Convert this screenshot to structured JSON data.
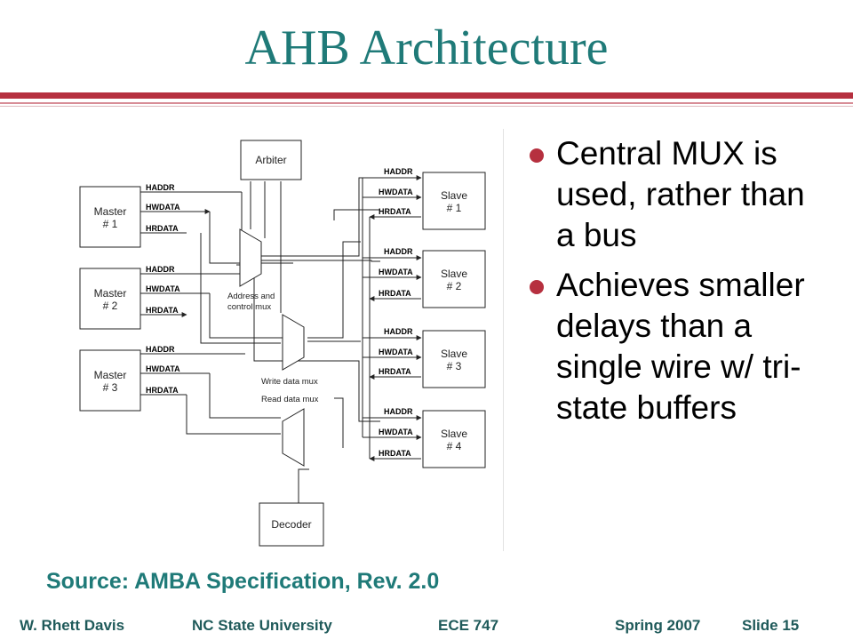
{
  "slide": {
    "title": "AHB Architecture",
    "bullets": [
      "Central MUX is used, rather than a bus",
      "Achieves smaller delays than a single wire w/ tri-state buffers"
    ],
    "source": "Source: AMBA Specification, Rev. 2.0",
    "footer": {
      "author": "W. Rhett Davis",
      "university": "NC State University",
      "course": "ECE 747",
      "term": "Spring 2007",
      "slide_number": "Slide 15"
    }
  },
  "diagram": {
    "arbiter": "Arbiter",
    "decoder": "Decoder",
    "masters": [
      {
        "line1": "Master",
        "line2": "# 1"
      },
      {
        "line1": "Master",
        "line2": "# 2"
      },
      {
        "line1": "Master",
        "line2": "# 3"
      }
    ],
    "slaves": [
      {
        "line1": "Slave",
        "line2": "# 1"
      },
      {
        "line1": "Slave",
        "line2": "# 2"
      },
      {
        "line1": "Slave",
        "line2": "# 3"
      },
      {
        "line1": "Slave",
        "line2": "# 4"
      }
    ],
    "signals": {
      "haddr": "HADDR",
      "hwdata": "HWDATA",
      "hrdata": "HRDATA"
    },
    "mux_labels": {
      "address_line1": "Address and",
      "address_line2": "control mux",
      "write": "Write data mux",
      "read": "Read data mux"
    }
  },
  "colors": {
    "title": "#1f7a78",
    "accent": "#b6303f",
    "footer": "#1f5a5a"
  }
}
